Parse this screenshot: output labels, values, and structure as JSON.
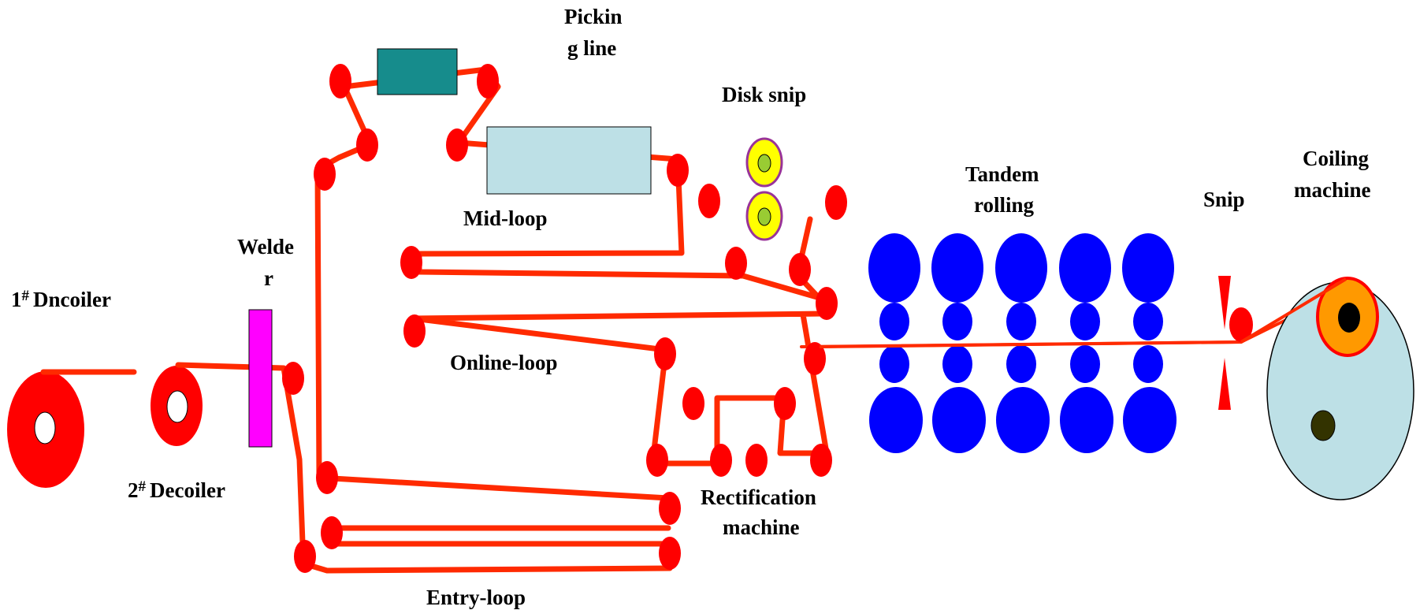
{
  "labels": {
    "dncoiler_num": "1",
    "dncoiler_mark": "#",
    "dncoiler_name": "Dncoiler",
    "decoiler_num": "2",
    "decoiler_mark": "#",
    "decoiler_name": "Decoiler",
    "welder_line1": "Welde",
    "welder_line2": "r",
    "pickling_line1": "Pickin",
    "pickling_line2": "g line",
    "disk_snip": "Disk snip",
    "mid_loop": "Mid-loop",
    "online_loop": "Online-loop",
    "entry_loop": "Entry-loop",
    "rectification_line1": "Rectification",
    "rectification_line2": "machine",
    "tandem_line1": "Tandem",
    "tandem_line2": "rolling",
    "snip": "Snip",
    "coiling_line1": "Coiling",
    "coiling_line2": "machine"
  },
  "colors": {
    "strip": "#ff2a00",
    "roller": "#ff0000",
    "pickling_tank": "#168c8c",
    "mid_loop_box": "#bde0e6",
    "welder": "#ff00ff",
    "snip_roll": "#ffff00",
    "snip_roll_ring": "#993399",
    "snip_roll_core": "#99cc33",
    "tandem_roll": "#0000ff",
    "coiler_body": "#bde0e6",
    "coil_outer": "#ff9900",
    "coil_core": "#000000",
    "coiler_knob": "#333300"
  },
  "icons": [
    "dncoiler-icon",
    "decoiler-icon",
    "welder-icon",
    "pickling-tank-icon",
    "disk-snip-icon",
    "tandem-rolls-icon",
    "snip-blade-icon",
    "coiling-machine-icon"
  ]
}
